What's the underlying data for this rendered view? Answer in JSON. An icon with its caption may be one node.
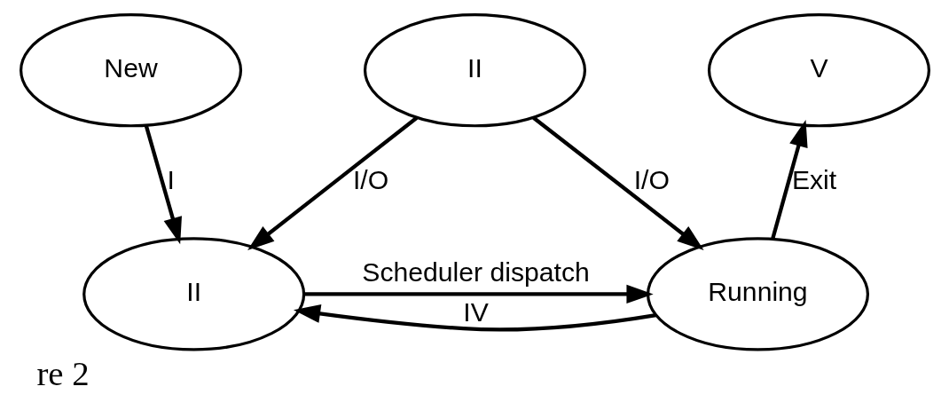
{
  "diagram": {
    "caption": "re 2",
    "nodes": [
      {
        "text": [
          "New"
        ]
      },
      {
        "text": [
          "V"
        ]
      },
      {
        "text": [
          "II"
        ]
      },
      {
        "text": [
          "Running"
        ]
      },
      {
        "text": [
          "II"
        ]
      }
    ],
    "edges": [
      {
        "from": 0,
        "to": 2,
        "arrow": "to",
        "label": "I"
      },
      {
        "from": 3,
        "to": 2,
        "arrow": "to",
        "label": "IV"
      },
      {
        "from": 2,
        "to": 3,
        "arrow": "to",
        "label": "Scheduler dispatch"
      },
      {
        "from": 3,
        "to": 1,
        "arrow": "to",
        "label": "Exit"
      },
      {
        "from": 4,
        "to": 2,
        "arrow": "to",
        "label": "I/O"
      },
      {
        "from": 4,
        "to": 3,
        "arrow": "to",
        "label": "I/O"
      }
    ]
  }
}
